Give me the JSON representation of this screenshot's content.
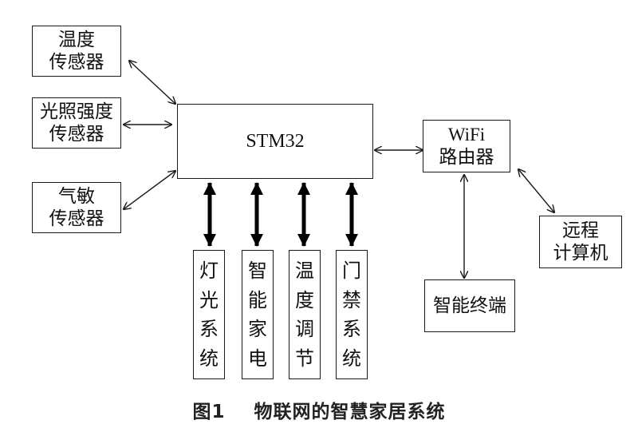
{
  "sensors": {
    "temperature": [
      "温度",
      "传感器"
    ],
    "light": [
      "光照强度",
      "传感器"
    ],
    "gas": [
      "气敏",
      "传感器"
    ]
  },
  "mcu": "STM32",
  "router": [
    "WiFi",
    "路由器"
  ],
  "remote": [
    "远程",
    "计算机"
  ],
  "terminal": "智能终端",
  "subsystems": {
    "lighting": [
      "灯",
      "光",
      "系",
      "统"
    ],
    "appliances": [
      "智",
      "能",
      "家",
      "电"
    ],
    "temp_control": [
      "温",
      "度",
      "调",
      "节"
    ],
    "access": [
      "门",
      "禁",
      "系",
      "统"
    ]
  },
  "caption": "图1    物联网的智慧家居系统"
}
